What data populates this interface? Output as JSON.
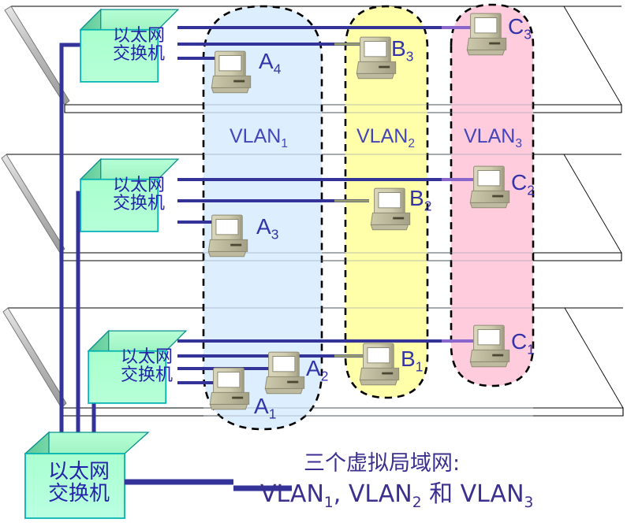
{
  "diagram": {
    "title_caption_line1": "三个虚拟局域网:",
    "switch_label_line1": "以太网",
    "switch_label_line2": "交换机",
    "colors": {
      "vlan1_fill": "#ddeeff",
      "vlan2_fill": "#ffffaa",
      "vlan3_fill": "#ffccdd",
      "vlan_border": "#000000",
      "cable": "#333399",
      "switch_front": "#aaffcc",
      "switch_side": "#66cc99",
      "switch_top": "#bbffd4",
      "switch_border": "#00aaaa",
      "text_blue": "#2222aa",
      "shelf_edge": "#bbbbbb",
      "caption_text": "#3b2f8f"
    },
    "vlans": [
      {
        "id": "vlan1",
        "name": "VLAN",
        "index": "1",
        "fill": "#ddeeff"
      },
      {
        "id": "vlan2",
        "name": "VLAN",
        "index": "2",
        "fill": "#ffffaa"
      },
      {
        "id": "vlan3",
        "name": "VLAN",
        "index": "3",
        "fill": "#ffccdd"
      }
    ],
    "switches": [
      {
        "id": "switch-top",
        "line1": "以太网",
        "line2": "交换机"
      },
      {
        "id": "switch-middle",
        "line1": "以太网",
        "line2": "交换机"
      },
      {
        "id": "switch-bottom",
        "line1": "以太网",
        "line2": "交换机"
      },
      {
        "id": "switch-trunk",
        "line1": "以太网",
        "line2": "交换机"
      }
    ],
    "computers": [
      {
        "id": "pc-a4",
        "name": "A",
        "index": "4",
        "vlan": "vlan1"
      },
      {
        "id": "pc-a3",
        "name": "A",
        "index": "3",
        "vlan": "vlan1"
      },
      {
        "id": "pc-a2",
        "name": "A",
        "index": "2",
        "vlan": "vlan1"
      },
      {
        "id": "pc-a1",
        "name": "A",
        "index": "1",
        "vlan": "vlan1"
      },
      {
        "id": "pc-b3",
        "name": "B",
        "index": "3",
        "vlan": "vlan2"
      },
      {
        "id": "pc-b2",
        "name": "B",
        "index": "2",
        "vlan": "vlan2"
      },
      {
        "id": "pc-b1",
        "name": "B",
        "index": "1",
        "vlan": "vlan2"
      },
      {
        "id": "pc-c3",
        "name": "C",
        "index": "3",
        "vlan": "vlan3"
      },
      {
        "id": "pc-c2",
        "name": "C",
        "index": "2",
        "vlan": "vlan3"
      },
      {
        "id": "pc-c1",
        "name": "C",
        "index": "1",
        "vlan": "vlan3"
      }
    ],
    "caption": {
      "line1": "三个虚拟局域网:",
      "legend_vlan1": "VLAN",
      "legend_vlan1_sub": "1",
      "legend_sep1": ", ",
      "legend_vlan2": "VLAN",
      "legend_vlan2_sub": "2",
      "legend_he": " 和 ",
      "legend_vlan3": "VLAN",
      "legend_vlan3_sub": "3"
    },
    "labels": {
      "a4": "A",
      "a4s": "4",
      "a3": "A",
      "a3s": "3",
      "a2": "A",
      "a2s": "2",
      "a1": "A",
      "a1s": "1",
      "b3": "B",
      "b3s": "3",
      "b2": "B",
      "b2s": "2",
      "b1": "B",
      "b1s": "1",
      "c3": "C",
      "c3s": "3",
      "c2": "C",
      "c2s": "2",
      "c1": "C",
      "c1s": "1",
      "vlan1": "VLAN",
      "vlan1s": "1",
      "vlan2": "VLAN",
      "vlan2s": "2",
      "vlan3": "VLAN",
      "vlan3s": "3"
    }
  }
}
